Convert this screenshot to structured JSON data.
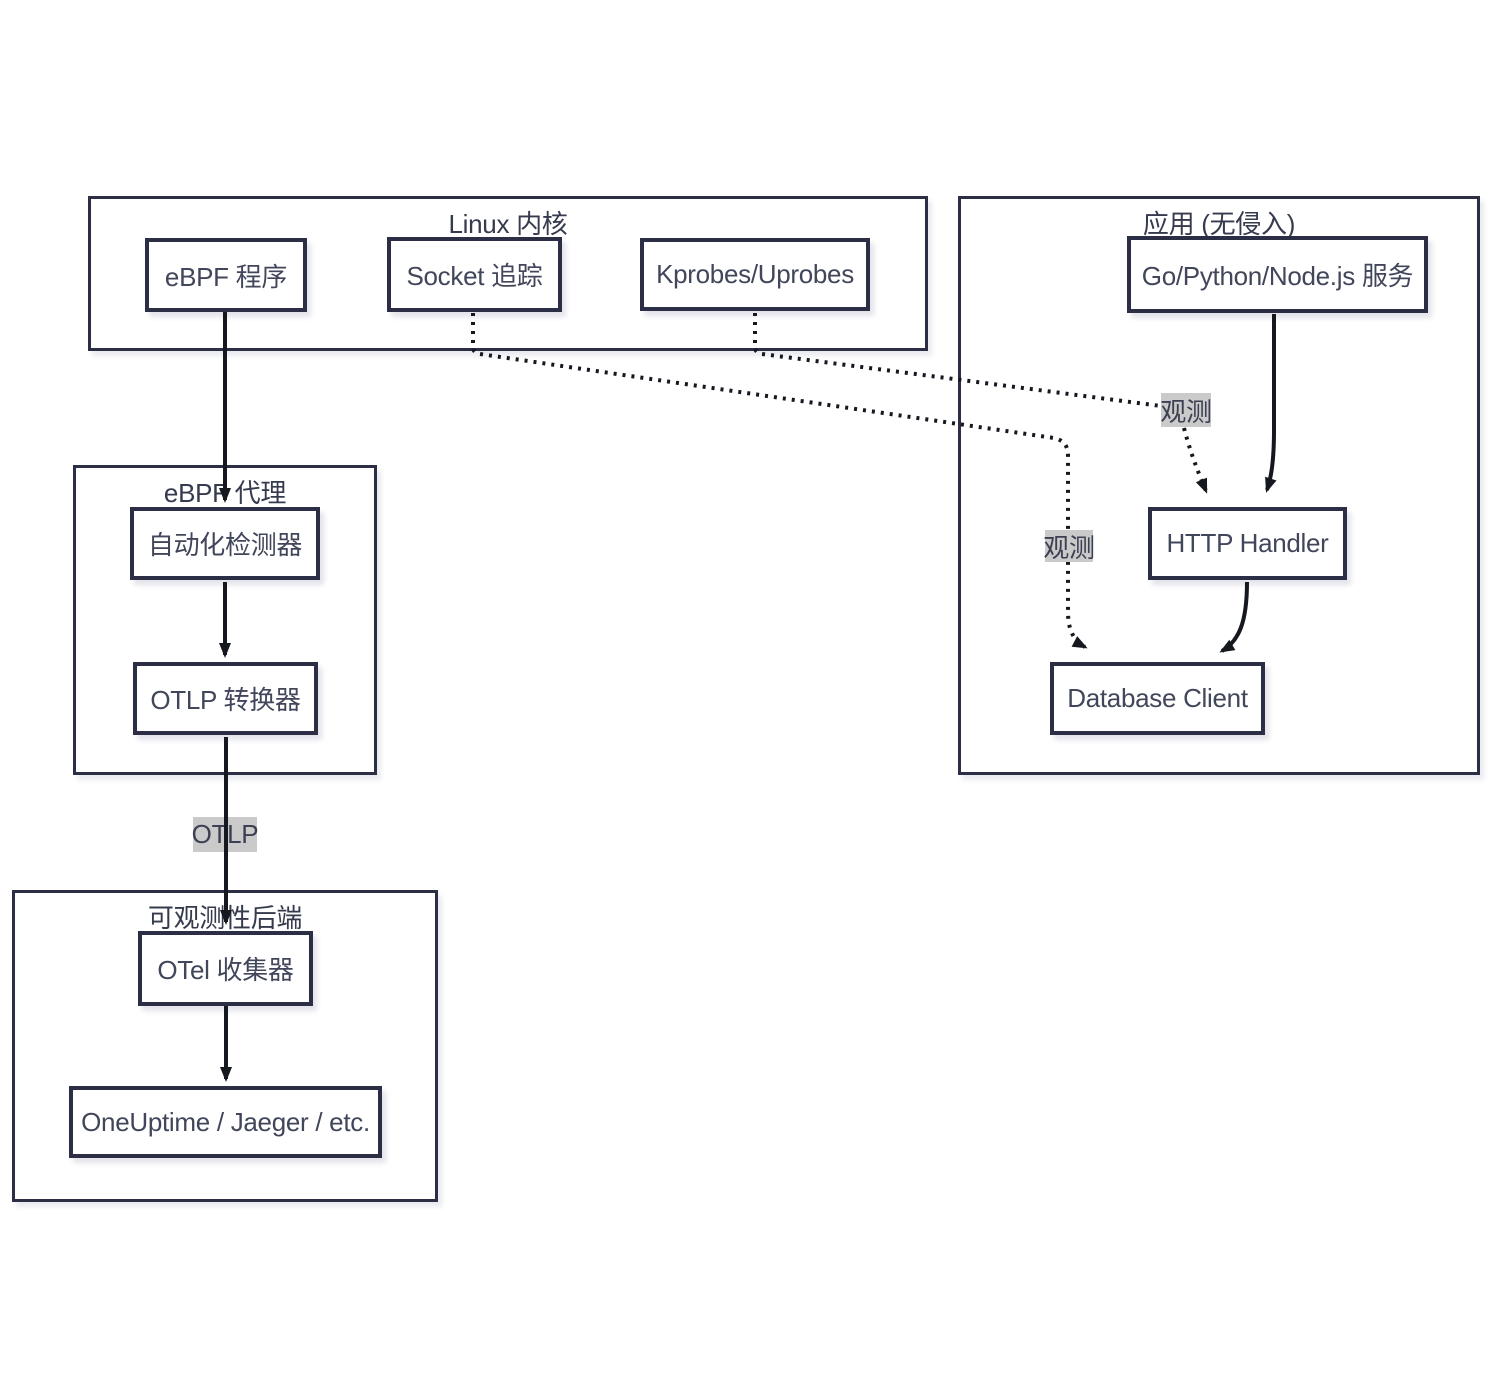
{
  "titles": {
    "kernel": "Linux 内核",
    "app": "应用 (无侵入)",
    "agent": "eBPF 代理",
    "backend": "可观测性后端"
  },
  "nodes": {
    "ebpf_program": "eBPF 程序",
    "socket_tracing": "Socket 追踪",
    "kprobes": "Kprobes/Uprobes",
    "go_service": "Go/Python/Node.js 服务",
    "http_handler": "HTTP Handler",
    "database_client": "Database Client",
    "auto_instrument": "自动化检测器",
    "otlp_converter": "OTLP 转换器",
    "otel_collector": "OTel 收集器",
    "oneuptime": "OneUptime / Jaeger / etc."
  },
  "edge_labels": {
    "observe_http": "观测",
    "observe_db": "观测",
    "otlp": "OTLP"
  },
  "colors": {
    "box_border": "#2b2e45",
    "text": "#41465a",
    "edge_line": "#16181f",
    "edge_label_bg": "#cacaca",
    "background": "#ffffff"
  }
}
